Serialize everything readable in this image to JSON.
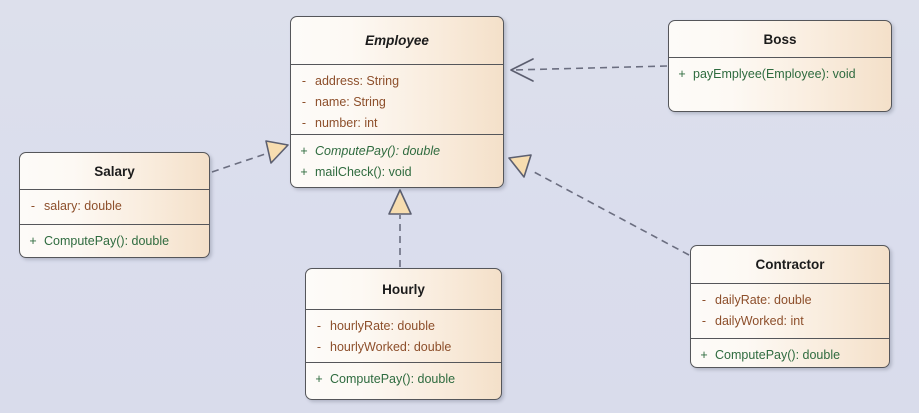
{
  "diagram": {
    "type": "uml-class-diagram",
    "background_color": "#dcdfeb",
    "box_border_color": "#55565a",
    "attribute_color": "#8d4f2b",
    "method_color": "#2f6b3f",
    "connector_color": "#6b6e80",
    "arrowhead_fill": "#f7ddb0"
  },
  "classes": {
    "employee": {
      "name": "Employee",
      "abstract": true,
      "attributes": [
        {
          "visibility": "-",
          "text": "address: String"
        },
        {
          "visibility": "-",
          "text": "name: String"
        },
        {
          "visibility": "-",
          "text": "number: int"
        }
      ],
      "methods": [
        {
          "visibility": "+",
          "text": "ComputePay(): double",
          "abstract": true
        },
        {
          "visibility": "+",
          "text": "mailCheck(): void",
          "abstract": false
        }
      ]
    },
    "boss": {
      "name": "Boss",
      "abstract": false,
      "attributes": [],
      "methods": [
        {
          "visibility": "+",
          "text": "payEmplyee(Employee): void",
          "abstract": false
        }
      ]
    },
    "salary": {
      "name": "Salary",
      "abstract": false,
      "attributes": [
        {
          "visibility": "-",
          "text": "salary: double"
        }
      ],
      "methods": [
        {
          "visibility": "+",
          "text": "ComputePay(): double",
          "abstract": false
        }
      ]
    },
    "hourly": {
      "name": "Hourly",
      "abstract": false,
      "attributes": [
        {
          "visibility": "-",
          "text": "hourlyRate: double"
        },
        {
          "visibility": "-",
          "text": "hourlyWorked: double"
        }
      ],
      "methods": [
        {
          "visibility": "+",
          "text": "ComputePay(): double",
          "abstract": false
        }
      ]
    },
    "contractor": {
      "name": "Contractor",
      "abstract": false,
      "attributes": [
        {
          "visibility": "-",
          "text": "dailyRate: double"
        },
        {
          "visibility": "-",
          "text": "dailyWorked: int"
        }
      ],
      "methods": [
        {
          "visibility": "+",
          "text": "ComputePay(): double",
          "abstract": false
        }
      ]
    }
  },
  "relationships": [
    {
      "from": "boss",
      "to": "employee",
      "kind": "dependency",
      "style": "dashed",
      "arrow": "open"
    },
    {
      "from": "salary",
      "to": "employee",
      "kind": "realization",
      "style": "dashed",
      "arrow": "hollow-triangle"
    },
    {
      "from": "hourly",
      "to": "employee",
      "kind": "realization",
      "style": "dashed",
      "arrow": "hollow-triangle"
    },
    {
      "from": "contractor",
      "to": "employee",
      "kind": "realization",
      "style": "dashed",
      "arrow": "hollow-triangle"
    }
  ]
}
